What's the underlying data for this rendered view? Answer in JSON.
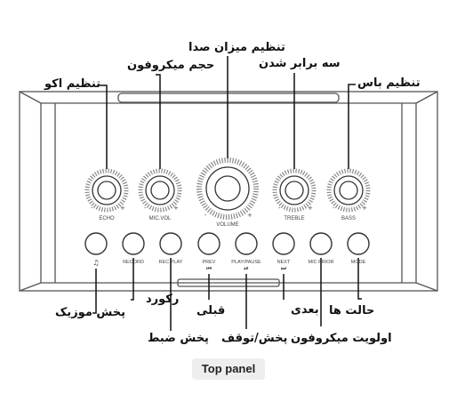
{
  "labels": {
    "echo_setting": "تنظیم اکو",
    "mic_volume": "حجم میکروفون",
    "volume_setting": "تنظیم میزان صدا",
    "treble_setting": "سه برابر شدن",
    "bass_setting": "تنظیم باس",
    "music_play": "پخش موزیک",
    "record": "رکورد",
    "rec_play": "پخش ضبط",
    "previous": "قبلی",
    "play_pause": "پخش/توقف",
    "next": "بعدی",
    "mic_priority": "اولویت میکروفون",
    "modes": "حالت ها"
  },
  "knobs": [
    {
      "id": "echo",
      "label": "ECHO"
    },
    {
      "id": "micvol",
      "label": "MIC.VOL"
    },
    {
      "id": "volume",
      "label": "VOLUME"
    },
    {
      "id": "treble",
      "label": "TREBLE"
    },
    {
      "id": "bass",
      "label": "BASS"
    }
  ],
  "buttons": [
    {
      "id": "music",
      "label": "",
      "symbol": "♫"
    },
    {
      "id": "record",
      "label": "RECORD",
      "symbol": ""
    },
    {
      "id": "recplay",
      "label": "REC PLAY",
      "symbol": ""
    },
    {
      "id": "prev",
      "label": "PREV",
      "symbol": "⏮"
    },
    {
      "id": "playpause",
      "label": "PLAY/PAUSE",
      "symbol": "⏯"
    },
    {
      "id": "next",
      "label": "NEXT",
      "symbol": "⏭"
    },
    {
      "id": "micprior",
      "label": "MIC PRIOR",
      "symbol": ""
    },
    {
      "id": "mode",
      "label": "MODE",
      "symbol": ""
    }
  ],
  "knob_sign_minus": "-",
  "knob_sign_plus": "+",
  "caption": "Top panel"
}
